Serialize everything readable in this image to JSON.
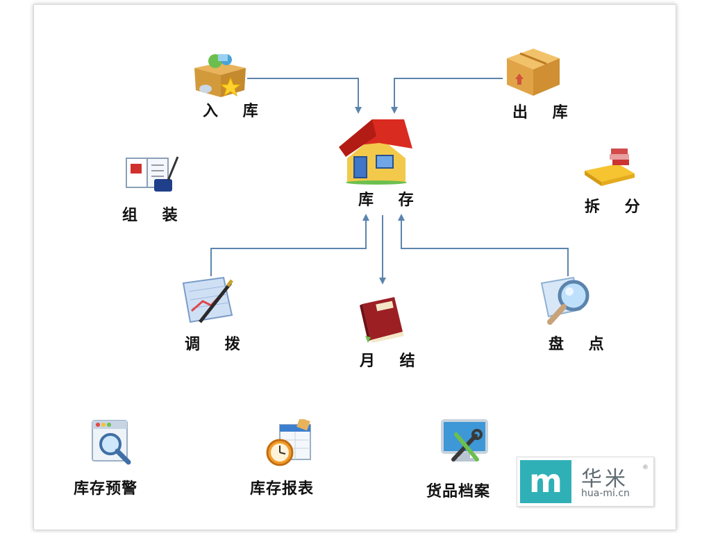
{
  "center": {
    "label": "库 存"
  },
  "nodes": {
    "inbound": {
      "label": "入 库"
    },
    "outbound": {
      "label": "出 库"
    },
    "assembly": {
      "label": "组 装"
    },
    "split": {
      "label": "拆 分"
    },
    "transfer": {
      "label": "调 拨"
    },
    "monthly_close": {
      "label": "月 结"
    },
    "stocktake": {
      "label": "盘 点"
    }
  },
  "bottom": {
    "stock_warning": {
      "label": "库存预警"
    },
    "stock_report": {
      "label": "库存报表"
    },
    "goods_archive": {
      "label": "货品档案"
    }
  },
  "logo": {
    "mark": "m",
    "chinese": "华米",
    "url": "hua-mi.cn",
    "reg": "®"
  },
  "colors": {
    "arrow": "#5b84ad",
    "logo": "#2fb0b7"
  }
}
